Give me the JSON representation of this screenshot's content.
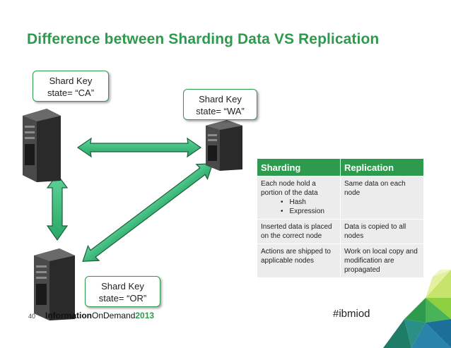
{
  "slide": {
    "title": "Difference between Sharding Data VS Replication",
    "page_number": "40"
  },
  "shard_keys": {
    "ca": {
      "line1": "Shard Key",
      "line2": "state= “CA”"
    },
    "wa": {
      "line1": "Shard Key",
      "line2": "state= “WA”"
    },
    "or": {
      "line1": "Shard Key",
      "line2": "state= “OR”"
    }
  },
  "table": {
    "headers": [
      "Sharding",
      "Replication"
    ],
    "rows": [
      {
        "sharding": "Each node hold a portion of the data",
        "sharding_bullets": [
          "Hash",
          "Expression"
        ],
        "replication": "Same data on each node"
      },
      {
        "sharding": "Inserted data is placed on the correct node",
        "replication": "Data is copied to all nodes"
      },
      {
        "sharding": "Actions are shipped to applicable nodes",
        "replication": "Work on local copy and modification are propagated"
      }
    ]
  },
  "footer": {
    "brand_part1": "Information",
    "brand_part2": "OnDemand",
    "brand_year": "2013",
    "hashtag": "#ibmiod"
  },
  "icons": {
    "server": "server-tower-icon",
    "arrow": "double-arrow-icon"
  },
  "colors": {
    "accent": "#2e9a4e",
    "arrow_fill": "#3dbf7f",
    "table_cell": "#ececec"
  }
}
